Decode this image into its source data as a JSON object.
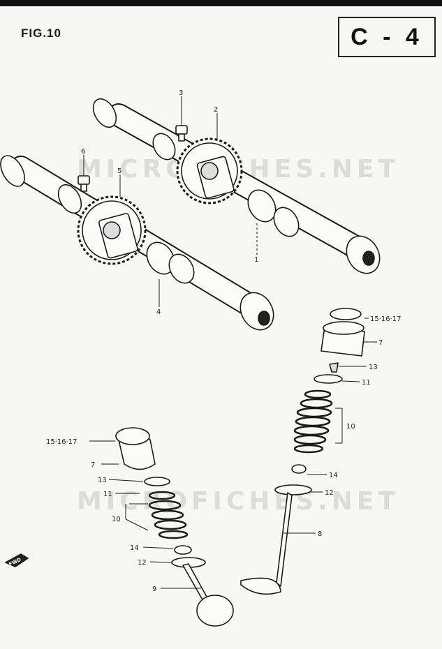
{
  "figure": {
    "label": "FIG.10",
    "code": "C - 4"
  },
  "watermarks": [
    "MICROFICHES.NET",
    "MICROFICHES.NET"
  ],
  "fwd_label": "FWD",
  "callouts": {
    "c1": "1",
    "c2": "2",
    "c3": "3",
    "c4": "4",
    "c5": "5",
    "c6": "6",
    "c7a": "7",
    "c7b": "7",
    "c8": "8",
    "c9": "9",
    "c10a": "10",
    "c10b": "10",
    "c11a": "11",
    "c11b": "11",
    "c12a": "12",
    "c12b": "12",
    "c13a": "13",
    "c13b": "13",
    "c14a": "14",
    "c14b": "14",
    "c15a": "15·16·17",
    "c15b": "15·16·17"
  }
}
